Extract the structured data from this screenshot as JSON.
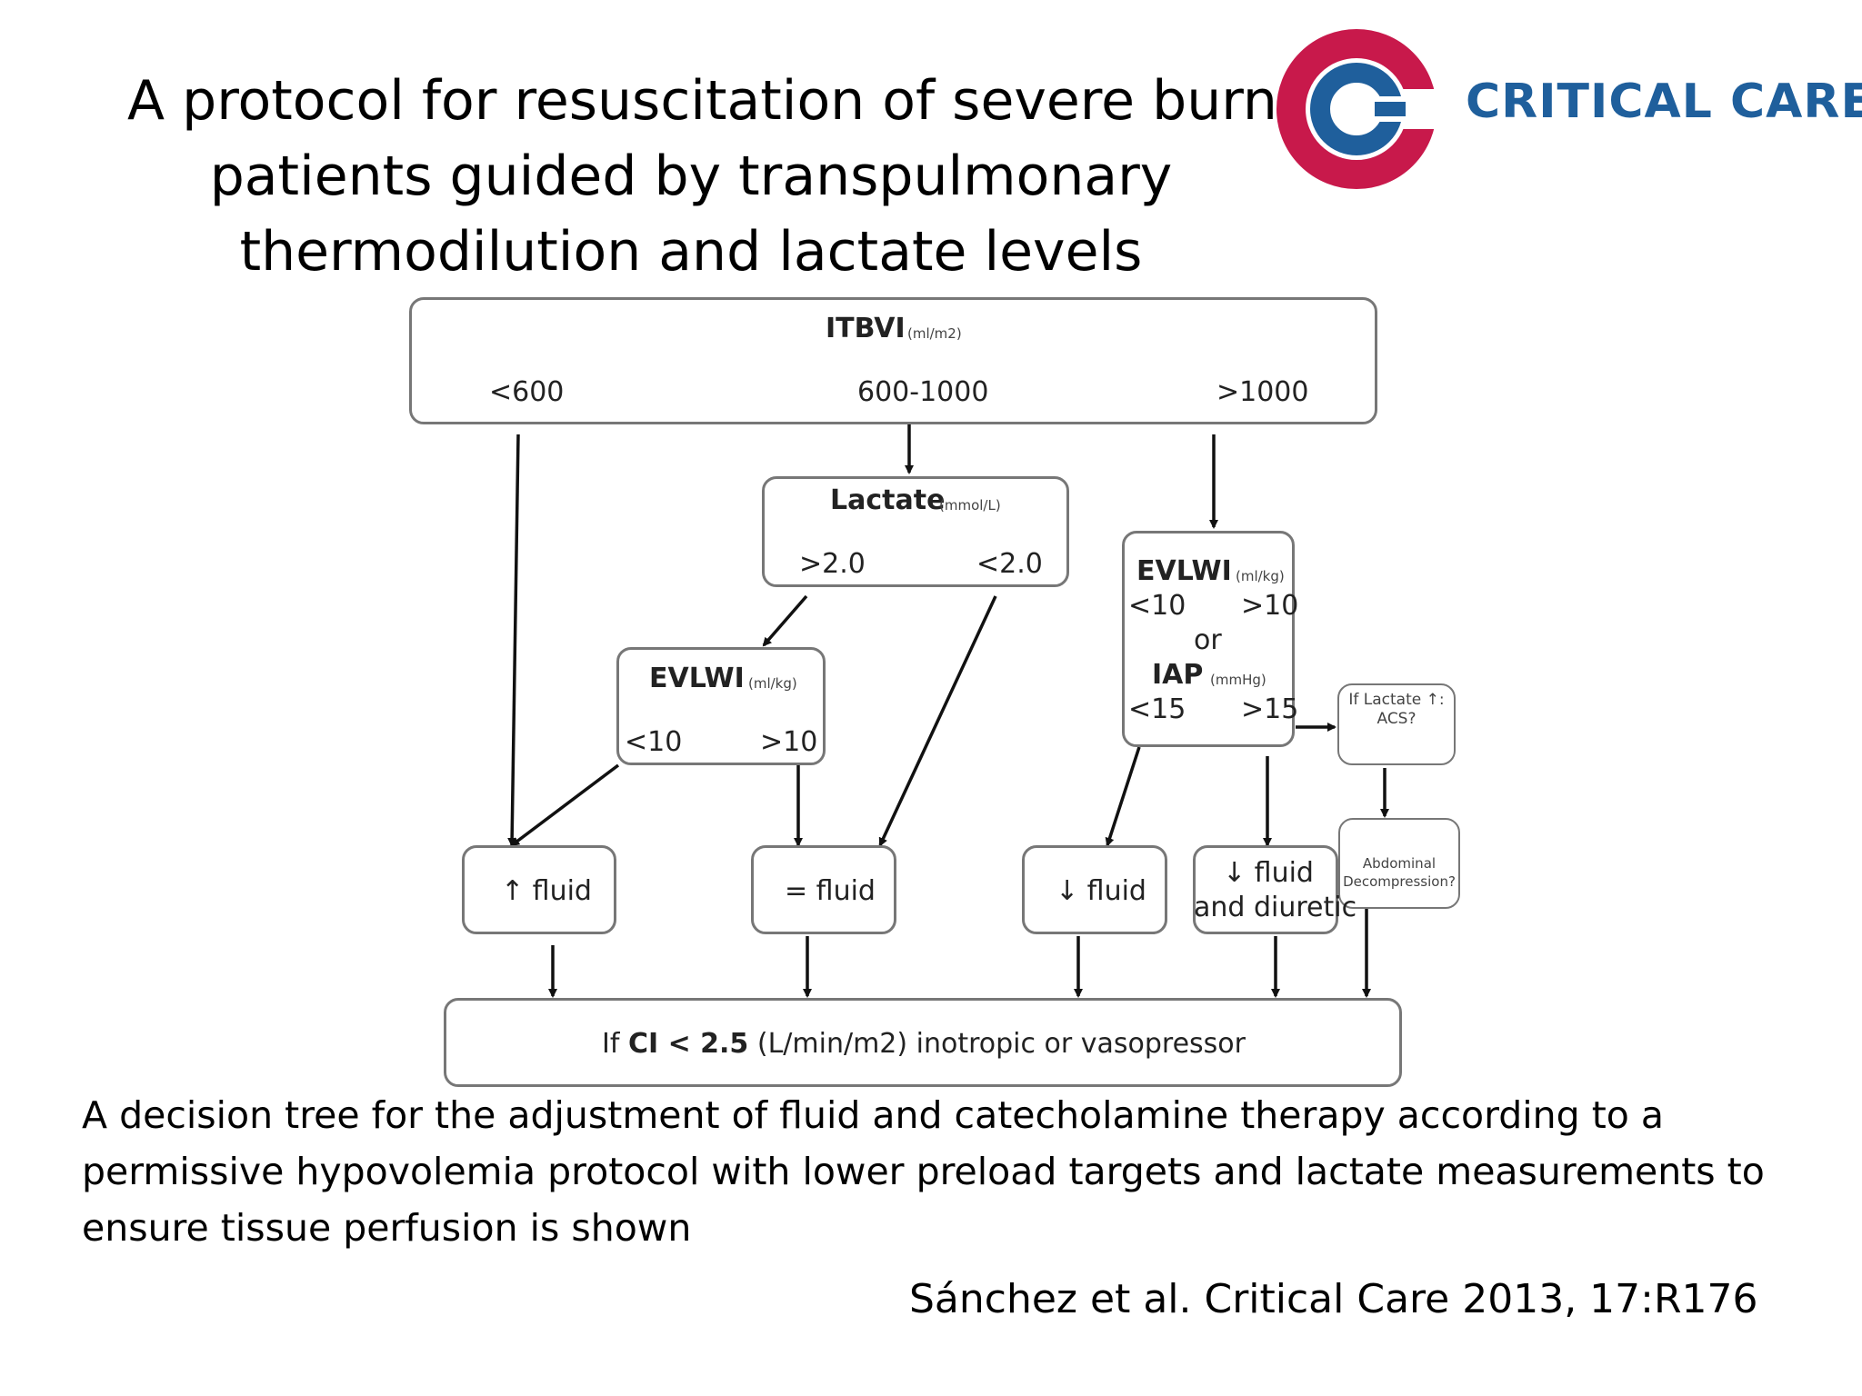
{
  "title": {
    "lines": [
      "A protocol for resuscitation of severe burn",
      "patients guided by transpulmonary",
      "thermodilution and lactate levels"
    ]
  },
  "logo": {
    "text": "CRITICAL CARE",
    "colors": {
      "ring": "#c8194b",
      "inner": "#1f5f9c"
    }
  },
  "diagram": {
    "itbvi": {
      "label": "ITBVI",
      "unit": "(ml/m2)",
      "low": "<600",
      "mid": "600-1000",
      "high": ">1000"
    },
    "lactate": {
      "label": "Lactate",
      "unit": "(mmol/L)",
      "high": ">2.0",
      "low": "<2.0"
    },
    "evlwi_left": {
      "label": "EVLWI",
      "unit": "(ml/kg)",
      "low": "<10",
      "high": ">10"
    },
    "evlwi_right": {
      "label": "EVLWI",
      "unit": "(ml/kg)",
      "low": "<10",
      "high": ">10",
      "or": "or",
      "iap_label": "IAP",
      "iap_unit": "(mmHg)",
      "iap_low": "<15",
      "iap_high": ">15"
    },
    "acs": {
      "line1": "If Lactate ↑:",
      "line2": "ACS?"
    },
    "decomp": {
      "line1": "Abdominal",
      "line2": "Decompression?"
    },
    "fluid_up": "↑ fluid",
    "fluid_eq": "= fluid",
    "fluid_down": "↓ fluid",
    "fluid_diuretic": {
      "line1": "↓ fluid",
      "line2": "and diuretic"
    },
    "bottom": {
      "if": "If",
      "ci": "CI < 2.5",
      "rest": "(L/min/m2) inotropic or vasopressor"
    }
  },
  "caption": {
    "lines": [
      "A decision tree for the adjustment of fluid and catecholamine therapy according to a",
      "permissive hypovolemia protocol with lower preload targets and lactate measurements to",
      "ensure tissue perfusion is shown"
    ]
  },
  "citation": "Sánchez et al. Critical Care 2013, 17:R176"
}
